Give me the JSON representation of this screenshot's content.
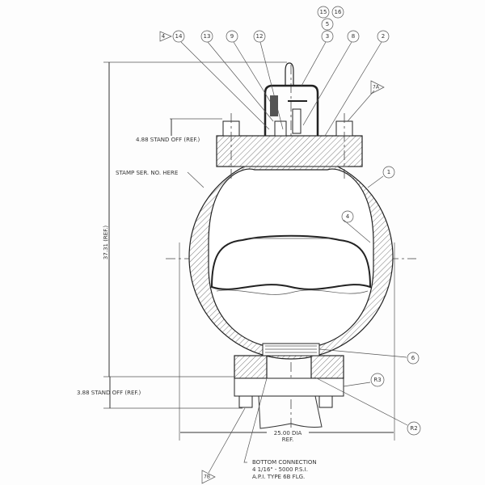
{
  "drawing": {
    "dimensions": {
      "overall_height": "37.31 (REF.)",
      "top_standoff": "4.88 STAND OFF (REF.)",
      "bottom_standoff": "3.88 STAND OFF (REF.)",
      "diameter": "25.00 DIA",
      "diameter_ref": "REF."
    },
    "notes": {
      "stamp": "STAMP SER. NO. HERE",
      "bottom_connection": [
        "BOTTOM CONNECTION",
        "4 1/16\" - 5000 P.S.I.",
        "A.P.I. TYPE 6B FLG."
      ]
    },
    "balloons": [
      "15",
      "16",
      "5",
      "3",
      "8",
      "2",
      "14",
      "13",
      "9",
      "12",
      "1",
      "4",
      "6",
      "R3",
      "R2"
    ],
    "flags": [
      "4",
      "7A",
      "7B"
    ]
  }
}
